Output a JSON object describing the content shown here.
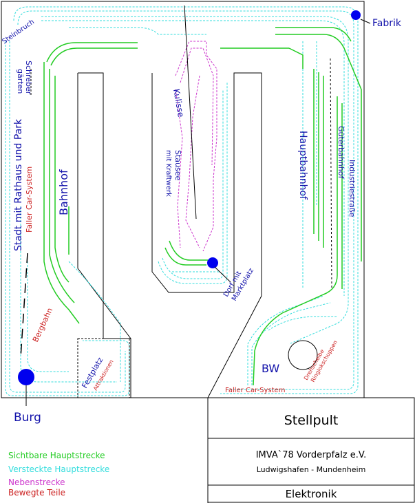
{
  "title": "IMVA`78 Vorderpfalz e.V. Anlagenplan",
  "colors": {
    "visible_main": "#22cc22",
    "hidden_main": "#33dddd",
    "branch": "#cc33cc",
    "moving": "#cc2222",
    "outline": "#000000",
    "marker": "#0000ee",
    "label_blue": "#1111aa",
    "label_red": "#cc2222"
  },
  "labels": {
    "steinbruch": "Steinbruch",
    "schreber_1": "Schreber",
    "schreber_2": "gärten",
    "stadt": "Stadt mit Rathaus und Park",
    "faller_left": "Faller Car-System",
    "bahnhof": "Bahnhof",
    "kulisse": "Kulisse",
    "stausee_1": "Stausee",
    "stausee_2": "mit Kraftwerk",
    "hauptbahnhof": "Hauptbahnhof",
    "gueterbahnhof": "Güterbahnhof",
    "industriestrasse": "Industriestraße",
    "dorf_1": "Dorf mit",
    "dorf_2": "Marktplatz",
    "bergbahn": "Bergbahn",
    "festplatz": "Festplatz",
    "attraktionen": "Attraktionen",
    "bw": "BW",
    "drehscheibe_1": "Drehscheibe",
    "drehscheibe_2": "Ringlokschuppen",
    "faller_bottom": "Faller Car-System",
    "fabrik": "Fabrik",
    "burg": "Burg"
  },
  "info_box": {
    "stellpult": "Stellpult",
    "verein": "IMVA`78 Vorderpfalz e.V.",
    "ort": "Ludwigshafen - Mundenheim",
    "elektronik": "Elektronik"
  },
  "legend": [
    {
      "label": "Sichtbare Hauptstrecke",
      "color": "#22cc22"
    },
    {
      "label": "Versteckte Hauptstrecke",
      "color": "#33dddd"
    },
    {
      "label": "Nebenstrecke",
      "color": "#cc33cc"
    },
    {
      "label": "Bewegte Teile",
      "color": "#cc2222"
    }
  ]
}
